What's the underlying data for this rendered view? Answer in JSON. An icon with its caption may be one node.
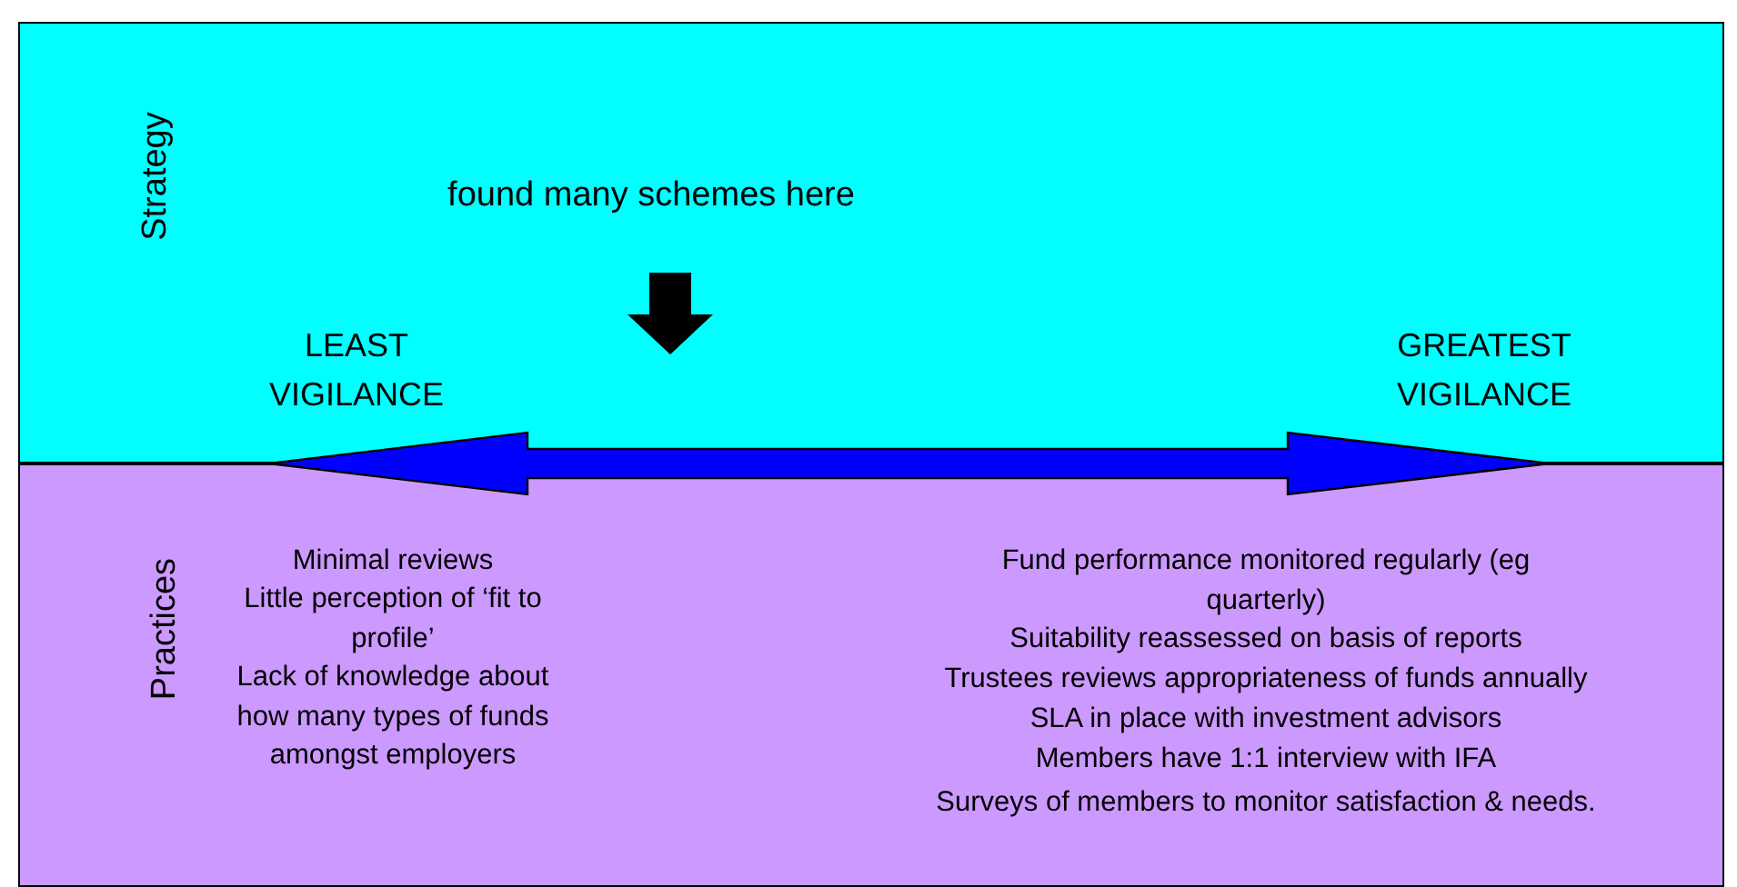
{
  "diagram": {
    "nodes": [
      {
        "text": [
          "Strategy",
          "LEAST VIGILANCE",
          "GREATEST VIGILANCE"
        ]
      },
      {
        "text": [
          "Practices",
          "Minimal reviews",
          "Little perception of ‘fit to profile’",
          "Lack of knowledge about how many types of funds amongst employers",
          "Fund performance monitored regularly (eg quarterly)",
          "Suitability reassessed on basis of reports",
          "Trustees reviews appropriateness of funds annually",
          "SLA in place with investment advisors",
          "Members have 1:1 interview with IFA",
          "Surveys of members to monitor satisfaction & needs."
        ]
      }
    ],
    "labels": [
      "found many schemes here"
    ]
  }
}
